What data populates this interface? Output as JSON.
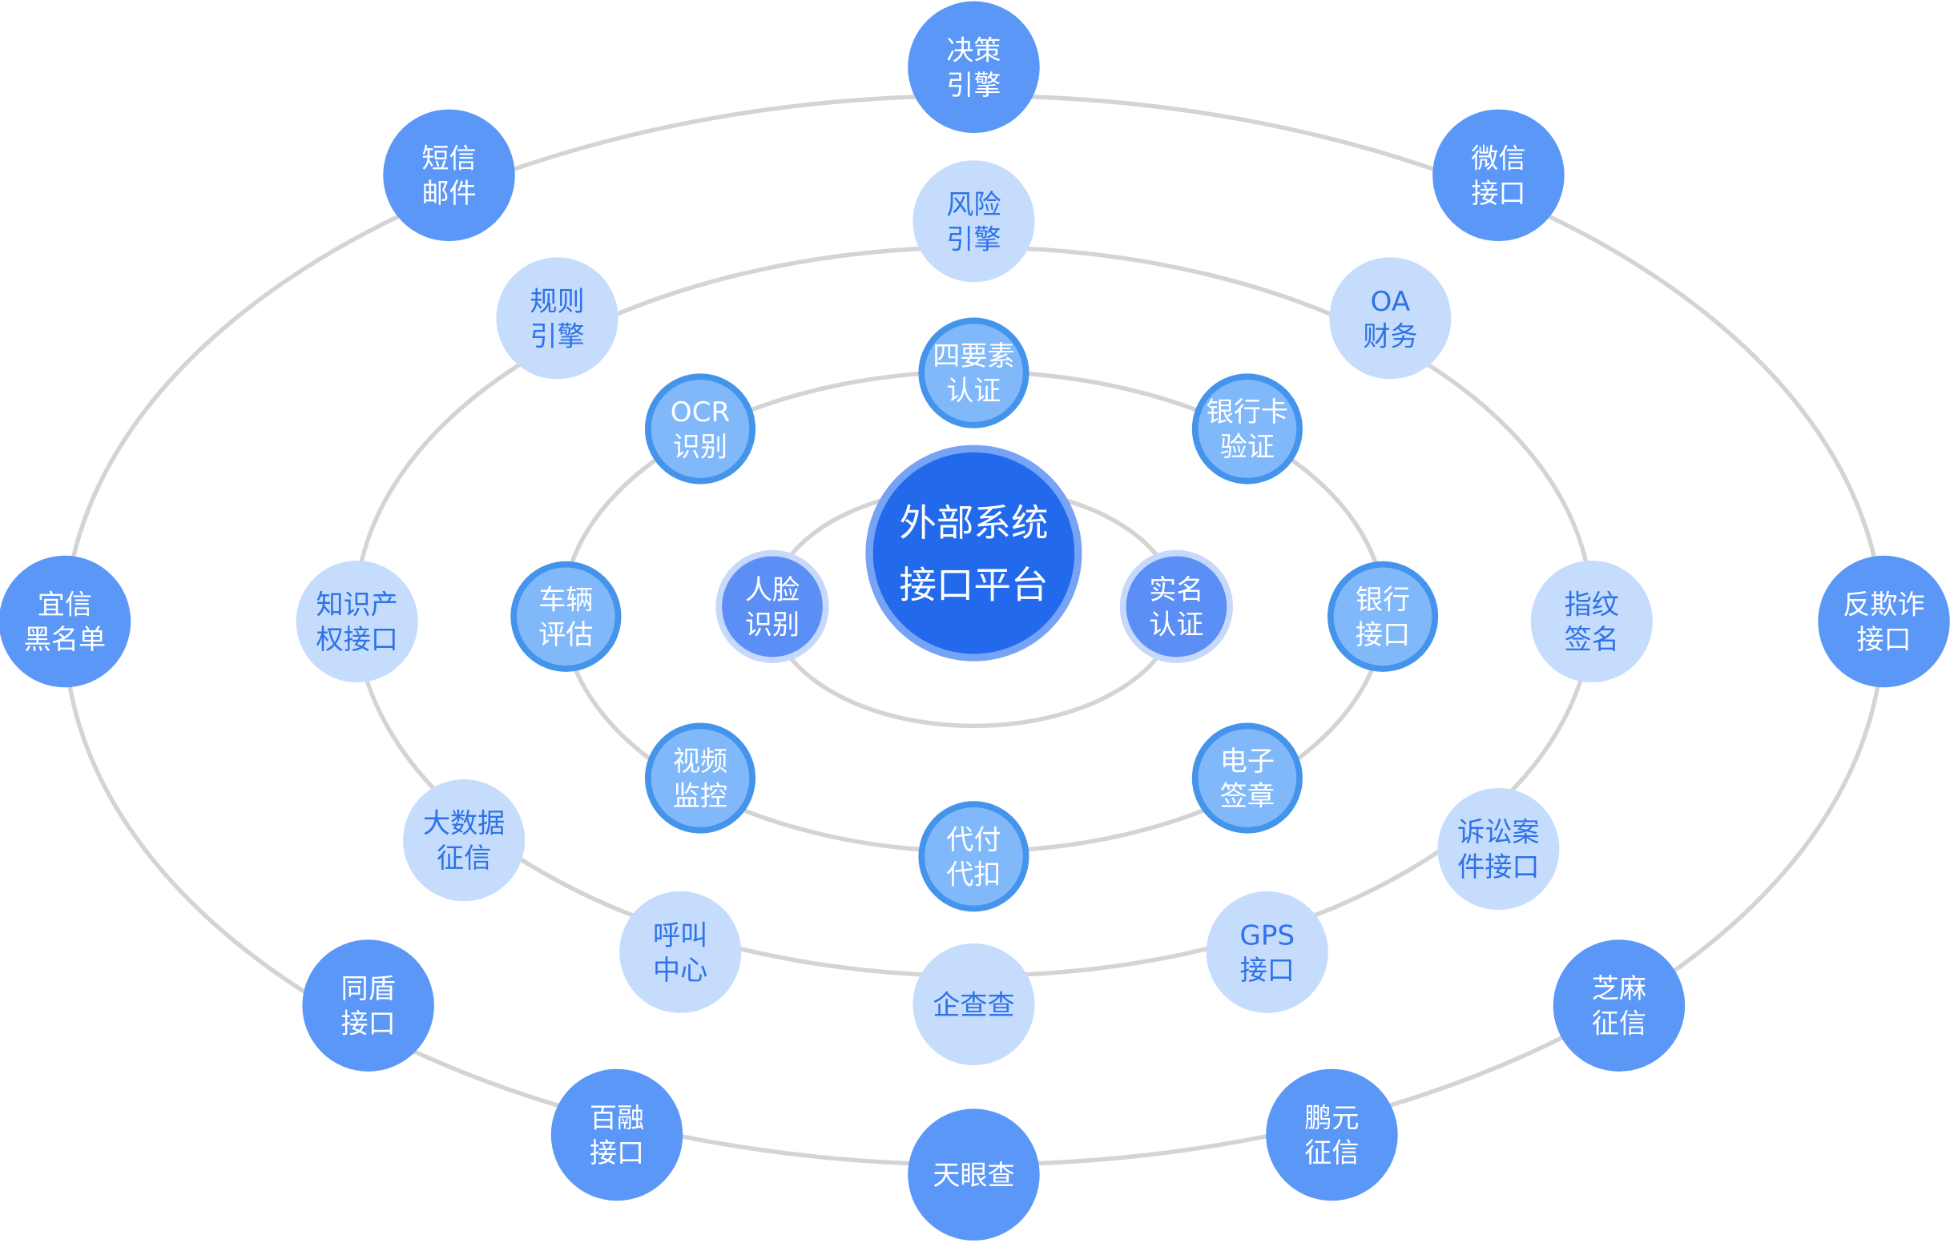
{
  "center": {
    "lines": [
      "外部系统",
      "接口平台"
    ]
  },
  "colors": {
    "ring_line": "#d4d4d4",
    "center_fill": "#2269eb",
    "center_border": "#76a3f5",
    "inner_fill": "#5b8ff6",
    "inner_border": "#c7d9fb",
    "ring3_fill": "#80b8fa",
    "ring3_border": "#4494ec",
    "ring2_fill": "#c6dcfc",
    "ring2_text": "#2f73e6",
    "outer_fill": "#5b97f7"
  },
  "rings": [
    {
      "name": "inner",
      "nodes": [
        {
          "lines": [
            "人脸",
            "识别"
          ]
        },
        {
          "lines": [
            "实名",
            "认证"
          ]
        }
      ]
    },
    {
      "name": "ring3",
      "nodes": [
        {
          "lines": [
            "四要素",
            "认证"
          ]
        },
        {
          "lines": [
            "OCR",
            "识别"
          ]
        },
        {
          "lines": [
            "银行卡",
            "验证"
          ]
        },
        {
          "lines": [
            "车辆",
            "评估"
          ]
        },
        {
          "lines": [
            "银行",
            "接口"
          ]
        },
        {
          "lines": [
            "视频",
            "监控"
          ]
        },
        {
          "lines": [
            "电子",
            "签章"
          ]
        },
        {
          "lines": [
            "代付",
            "代扣"
          ]
        }
      ]
    },
    {
      "name": "ring2",
      "nodes": [
        {
          "lines": [
            "风险",
            "引擎"
          ]
        },
        {
          "lines": [
            "规则",
            "引擎"
          ]
        },
        {
          "lines": [
            "OA",
            "财务"
          ]
        },
        {
          "lines": [
            "知识产",
            "权接口"
          ]
        },
        {
          "lines": [
            "指纹",
            "签名"
          ]
        },
        {
          "lines": [
            "大数据",
            "征信"
          ]
        },
        {
          "lines": [
            "诉讼案",
            "件接口"
          ]
        },
        {
          "lines": [
            "呼叫",
            "中心"
          ]
        },
        {
          "lines": [
            "GPS",
            "接口"
          ]
        },
        {
          "lines": [
            "企查查"
          ]
        }
      ]
    },
    {
      "name": "outer",
      "nodes": [
        {
          "lines": [
            "决策",
            "引擎"
          ]
        },
        {
          "lines": [
            "短信",
            "邮件"
          ]
        },
        {
          "lines": [
            "微信",
            "接口"
          ]
        },
        {
          "lines": [
            "宜信",
            "黑名单"
          ]
        },
        {
          "lines": [
            "反欺诈",
            "接口"
          ]
        },
        {
          "lines": [
            "同盾",
            "接口"
          ]
        },
        {
          "lines": [
            "芝麻",
            "征信"
          ]
        },
        {
          "lines": [
            "百融",
            "接口"
          ]
        },
        {
          "lines": [
            "鹏元",
            "征信"
          ]
        },
        {
          "lines": [
            "天眼查"
          ]
        }
      ]
    }
  ]
}
